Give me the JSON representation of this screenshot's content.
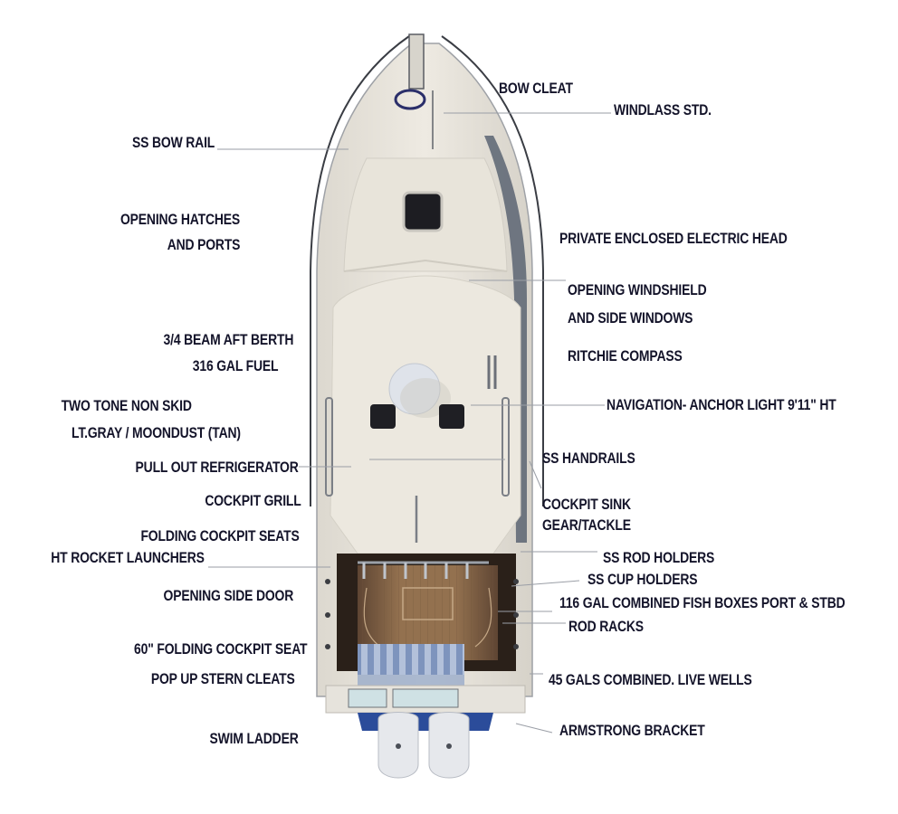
{
  "diagram": {
    "subject": "Sport fishing boat top-down feature diagram",
    "colors": {
      "background": "#ffffff",
      "label_text": "#14142a",
      "leader_line": "#9a9ea6",
      "hull_deck": "#e9e5dc",
      "hull_shadow": "#5b6472",
      "cockpit_teak": "#8b6a4f",
      "seat_cushion": "#8fa4c8",
      "bracket_blue": "#2b4c9a",
      "engine_cowl": "#e6e8ec",
      "hatch_dark": "#1d1d22"
    },
    "left_labels": [
      {
        "id": "ss-bow-rail",
        "text": "SS  BOW RAIL"
      },
      {
        "id": "opening-hatches-1",
        "text": "OPENING HATCHES"
      },
      {
        "id": "opening-hatches-2",
        "text": "AND PORTS"
      },
      {
        "id": "aft-berth",
        "text": "3/4 BEAM AFT BERTH"
      },
      {
        "id": "fuel",
        "text": "316 GAL FUEL"
      },
      {
        "id": "non-skid-1",
        "text": "TWO TONE NON SKID"
      },
      {
        "id": "non-skid-2",
        "text": "LT.GRAY / MOONDUST (TAN)"
      },
      {
        "id": "refrigerator",
        "text": "PULL OUT REFRIGERATOR"
      },
      {
        "id": "cockpit-grill",
        "text": "COCKPIT GRILL"
      },
      {
        "id": "folding-seats",
        "text": "FOLDING COCKPIT SEATS"
      },
      {
        "id": "rocket-launchers",
        "text": "HT ROCKET LAUNCHERS"
      },
      {
        "id": "side-door",
        "text": "OPENING SIDE DOOR"
      },
      {
        "id": "folding-seat-60",
        "text": "60\" FOLDING COCKPIT SEAT"
      },
      {
        "id": "stern-cleats",
        "text": "POP UP STERN CLEATS"
      },
      {
        "id": "swim-ladder",
        "text": "SWIM LADDER"
      }
    ],
    "right_labels": [
      {
        "id": "bow-cleat",
        "text": "BOW CLEAT"
      },
      {
        "id": "windlass",
        "text": "WINDLASS STD."
      },
      {
        "id": "electric-head",
        "text": "PRIVATE ENCLOSED ELECTRIC HEAD"
      },
      {
        "id": "windshield-1",
        "text": "OPENING WINDSHIELD"
      },
      {
        "id": "windshield-2",
        "text": "AND SIDE WINDOWS"
      },
      {
        "id": "compass",
        "text": "RITCHIE COMPASS"
      },
      {
        "id": "anchor-light",
        "text": "NAVIGATION- ANCHOR LIGHT 9'11\" HT"
      },
      {
        "id": "handrails",
        "text": "SS HANDRAILS"
      },
      {
        "id": "cockpit-sink",
        "text": "COCKPIT SINK"
      },
      {
        "id": "gear-tackle",
        "text": "GEAR/TACKLE"
      },
      {
        "id": "rod-holders",
        "text": "SS ROD HOLDERS"
      },
      {
        "id": "cup-holders",
        "text": "SS CUP HOLDERS"
      },
      {
        "id": "fish-boxes",
        "text": "116 GAL COMBINED FISH BOXES PORT & STBD"
      },
      {
        "id": "rod-racks",
        "text": "ROD RACKS"
      },
      {
        "id": "live-wells",
        "text": "45 GALS COMBINED. LIVE WELLS"
      },
      {
        "id": "armstrong-bracket",
        "text": "ARMSTRONG BRACKET"
      }
    ]
  }
}
